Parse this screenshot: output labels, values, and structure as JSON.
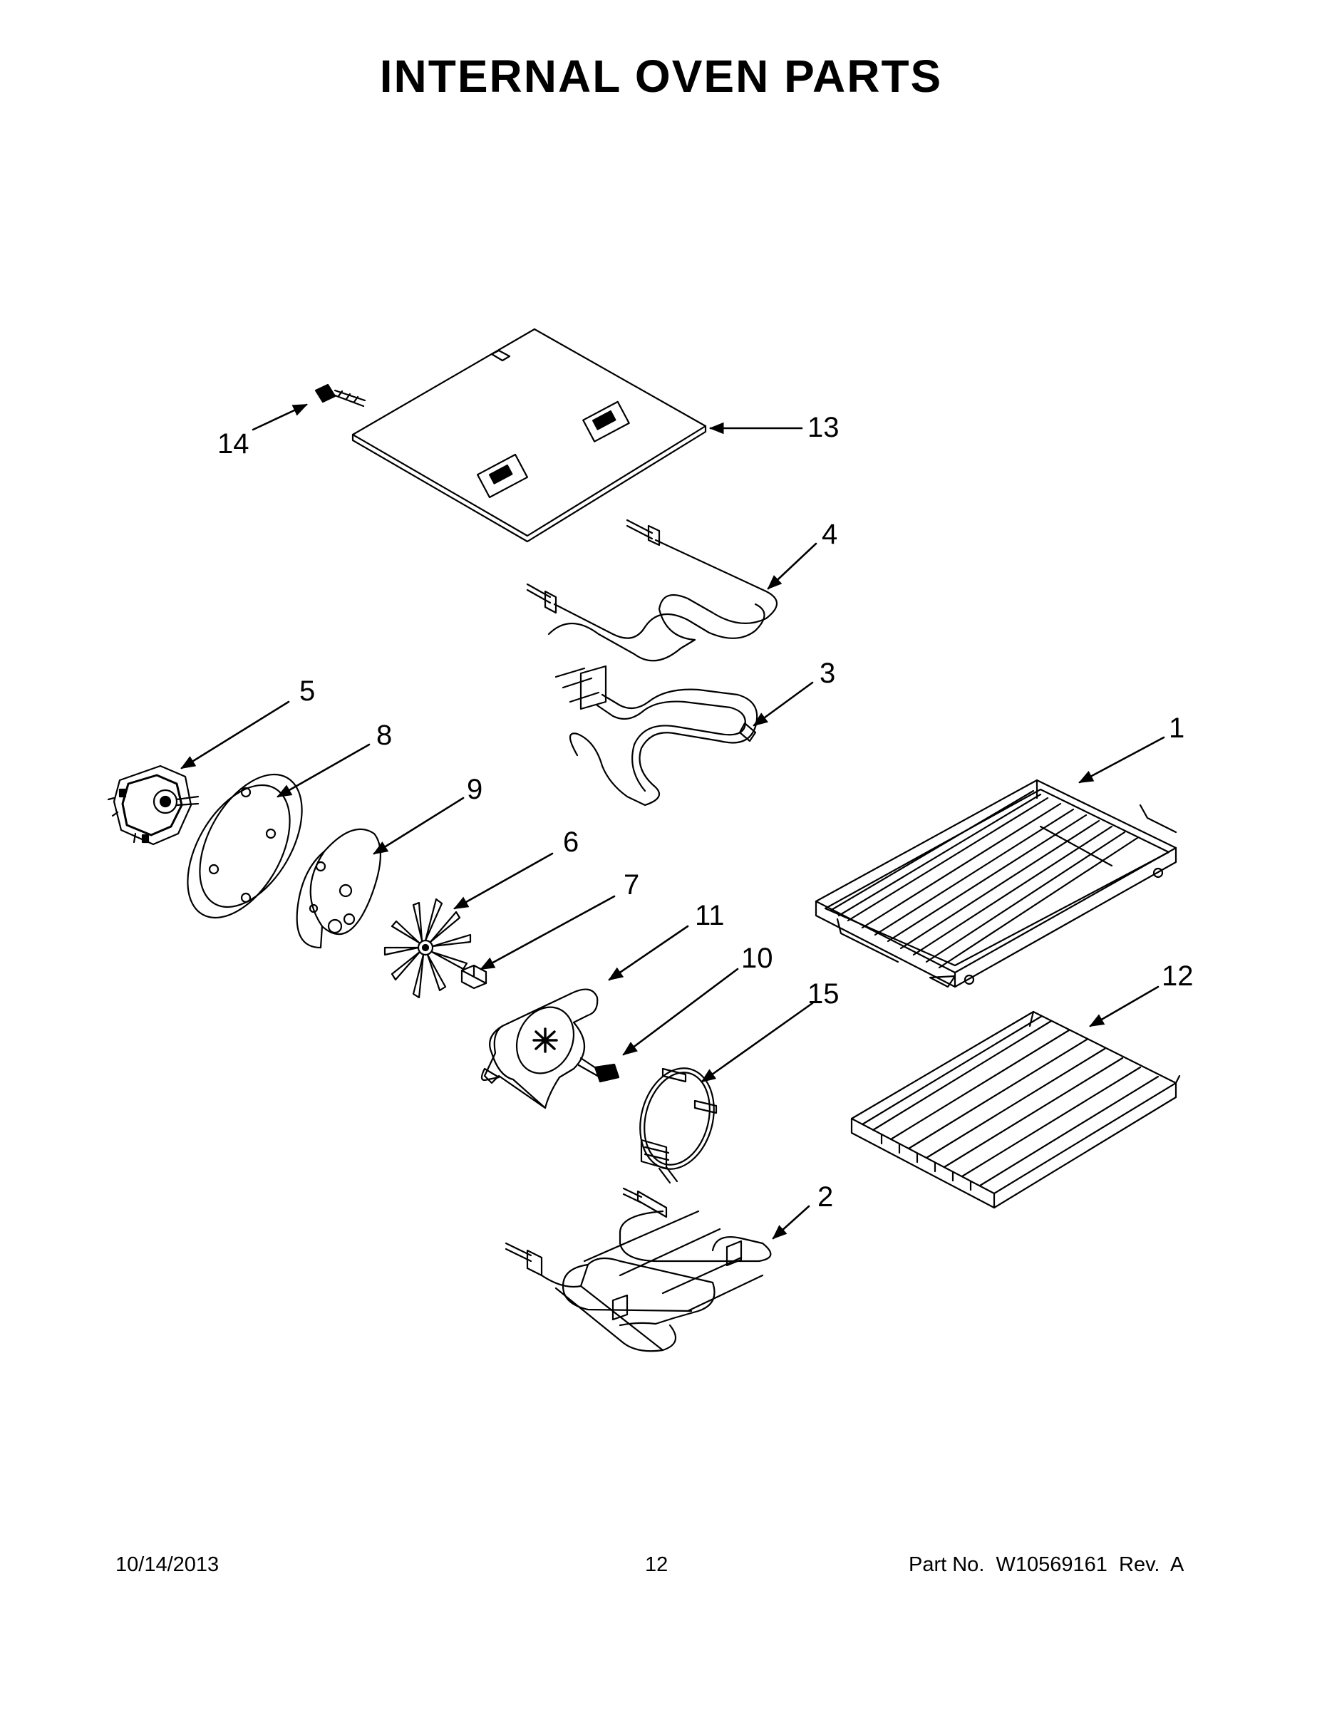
{
  "page": {
    "title": "INTERNAL OVEN PARTS",
    "footer": {
      "date": "10/14/2013",
      "page_number": "12",
      "part_label": "Part No.  W10569161  Rev.  A"
    }
  },
  "callouts": [
    "1",
    "2",
    "3",
    "4",
    "5",
    "6",
    "7",
    "8",
    "9",
    "10",
    "11",
    "12",
    "13",
    "14",
    "15"
  ],
  "colors": {
    "line": "#000000",
    "background": "#ffffff"
  }
}
